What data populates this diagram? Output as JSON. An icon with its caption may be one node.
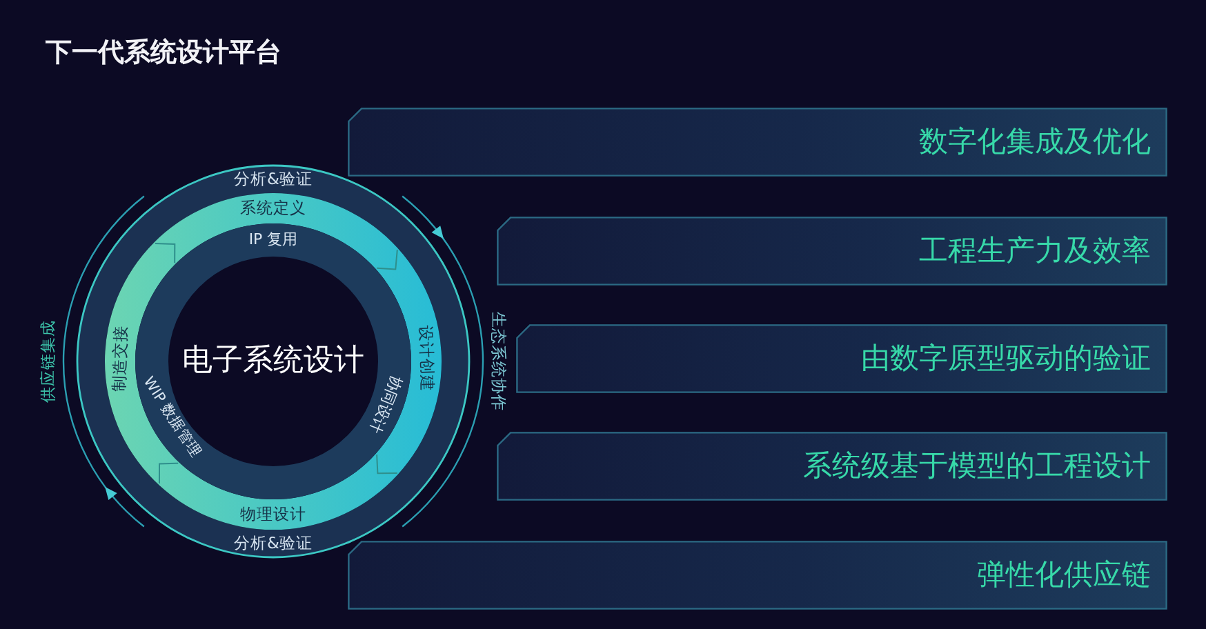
{
  "diagram": {
    "title": "下一代系统设计平台",
    "nodes": [
      {
        "text": [
          "分析&验证",
          "分析&验证"
        ]
      },
      {
        "text": [
          "系统定义",
          "设计创建",
          "物理设计",
          "制造交接"
        ],
        "in": 0
      },
      {
        "text": [
          "IP 复用",
          "协同设计",
          "WIP 数据管理"
        ],
        "in": 1
      },
      {
        "text": [
          "电子系统设计"
        ],
        "in": 2
      },
      {
        "text": [
          "数字化集成及优化"
        ]
      },
      {
        "text": [
          "工程生产力及效率"
        ]
      },
      {
        "text": [
          "由数字原型驱动的验证"
        ]
      },
      {
        "text": [
          "系统级基于模型的工程设计"
        ]
      },
      {
        "text": [
          "弹性化供应链"
        ]
      }
    ],
    "labels": [
      "生态系统协作",
      "供应链集成"
    ]
  }
}
